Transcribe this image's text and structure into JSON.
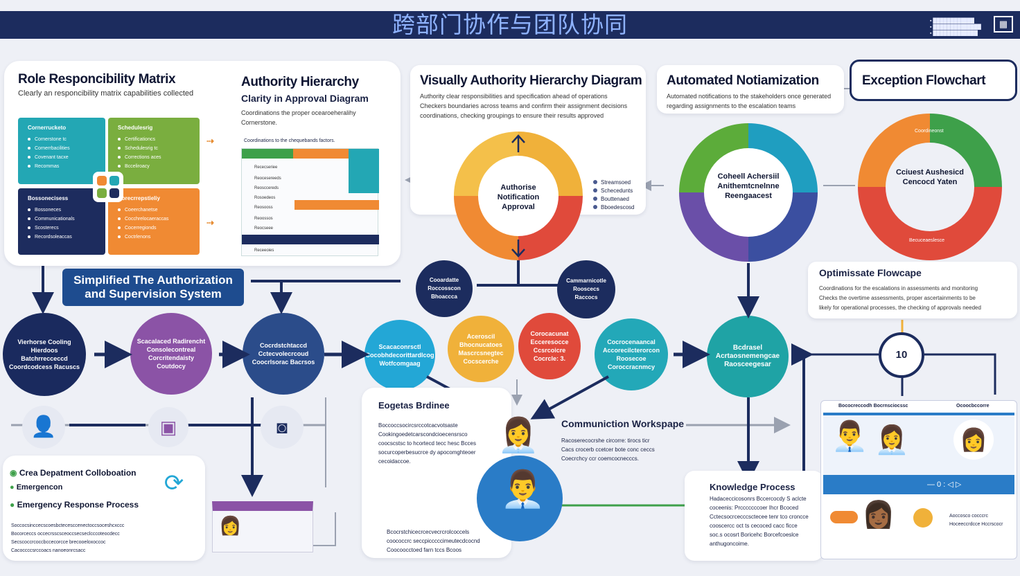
{
  "header": {
    "title": "跨部门协作与团队协同",
    "note": [
      "▪ ████████████",
      "▪ ██████████████",
      "▪ █████████████"
    ],
    "icon": "table-grid-icon"
  },
  "role_matrix": {
    "title": "Role Responcibility Matrix",
    "subtitle": "Clearly an responcibility matrix capabilities collected",
    "quadrants": [
      {
        "head": "Cornerrucketo",
        "items": [
          "Cornerstone tc",
          "Cornerrbacilities",
          "Covenant tacxe",
          "Recommas"
        ],
        "color": "#23a7b4"
      },
      {
        "head": "Schedulesrig",
        "items": [
          "Certificationcs",
          "Schedulesrig tc",
          "Corrections aces",
          "Bcceliroacy"
        ],
        "color": "#7aae3f"
      },
      {
        "head": "Bossonecisess",
        "items": [
          "Bossoneces",
          "Communicationals",
          "Scosterecs",
          "Recordsoleaccas"
        ],
        "color": "#1d2c5e"
      },
      {
        "head": "Corecrrepstieliy",
        "items": [
          "Coeerchanetse",
          "Cocchrelocaeraccas",
          "Cocerregionds",
          "Coctrlenons"
        ],
        "color": "#f08a33"
      }
    ]
  },
  "authority": {
    "title": "Authority Hierarchy",
    "subtitle": "Clarity in Approval Diagram",
    "desc": "Coordinations the proper ocearoeheralihy Cornerstone.",
    "table_title": "Coordinations to the chequebands factors.",
    "rows": [
      "Rececseriee",
      "Reocesereeds",
      "Reosccereds",
      "Rosoedeos",
      "Reosooss",
      "Reoossos",
      "Reocseee",
      "Receeoies"
    ]
  },
  "visual_hierarchy": {
    "title": "Visually Authority Hierarchy Diagram",
    "desc": [
      "Authority clear responsibilities and specification ahead of operations",
      "Checkers boundaries across teams and confirm their assignment decisions",
      "coordinations, checking groupings to ensure their results approved"
    ],
    "wheel_label": "Authorise Notification Approval",
    "legend": [
      "Streamsoed",
      "Schecedunts",
      "Bouttenaed",
      "Bboedescosd"
    ]
  },
  "automated": {
    "title": "Automated Notiamization",
    "desc": [
      "Automated notifications to the stakeholders once generated",
      "regarding assignments to the escalation teams"
    ],
    "wheel_label": "Coheell Achersiil Anithemtcnelnne Reengaacest"
  },
  "exception": {
    "title": "Exception Flowchart",
    "wheel_label": "Cciuest Aushesicd Cencocd Yaten",
    "top_note": "Coordineonst",
    "bottom_note": "Becuceaeslesce",
    "opt_title": "Optimissate Flowcape",
    "opt_desc": [
      "Coordinations for the escalations in assessments and monitoring",
      "Checks the overtime assessments, proper ascertainments to be",
      "likely for operational processes, the checking of approvals needed"
    ]
  },
  "simplified": {
    "label": "Simplified The Authorization and Supervision System"
  },
  "flow_left": [
    {
      "text": "Vierhorse Cooling Hierdoos Batchrrecceccd Coordcodcess Racuscs",
      "color": "#1a2a5e"
    },
    {
      "text": "Scacalaced Radirencht Consolecontreal Corcritendaisty Coutdocy",
      "color": "#8b53a6"
    },
    {
      "text": "Cocrdstchtaccd Cctecvolecrcoud Coocrlsorac Bacrsos",
      "color": "#2b4c8a"
    }
  ],
  "mid_flow": {
    "dark_left": "Cooardatte Roccosscon Bhoaccca",
    "dark_right": "Cammarnicotle Rooscecs Raccocs",
    "bubbles": [
      {
        "text": "Scacaconrsctl Cocobhdecorittardlcog Wotfcomgaag",
        "color": "#23a7d6"
      },
      {
        "text": "Aceroscil Bhocnucatoes Mascrcsnegtec Cocscerche",
        "color": "#f0b13a"
      },
      {
        "text": "Corocacunat Ecceresocce Ccsrcoicre Cocrcle: 3.",
        "color": "#e04a3b"
      },
      {
        "text": "Cocrocenaancal Accorecilcterorcon Roosecoe Coroccracnmcy",
        "color": "#23a8b8"
      }
    ]
  },
  "right_flow": {
    "text": "Bcdrasel Acrtaosnemengcae Raosceegesar",
    "color": "#1fa3a5",
    "counter": "10"
  },
  "people_row": {
    "icons": [
      "avatar-icon",
      "presentation-board-icon",
      "monitor-icon"
    ]
  },
  "escalation": {
    "title": "Eogetas Brdinee",
    "desc": [
      "Boccoccsocircsrccotcacvotsaste",
      "Cookingoedetcarscondcioecensrsco",
      "coocscstsc to hcortecd tecc hesc Bcces",
      "socurcoperbesucrce dy apocomghteoer",
      "cecoidaccoe."
    ],
    "footer": [
      "Bcocrstchicecrcecvecrcrolcoccels",
      "coococcrc seccpicccccimeutecdcocnd",
      "Coocoocctoed farn tccs Bcoos"
    ]
  },
  "comm_workspace": {
    "title": "Communiction Workspape",
    "desc": [
      "Racoserecocrshe circorre: tirocs ticr",
      "Cacs crocerb ccetcer bote conc ceccs",
      "Coecrchcy ccr coemcocnecccs."
    ]
  },
  "knowledge": {
    "title": "Knowledge Process",
    "desc": [
      "Hadaceccicosonrs Bccercocdy S aclcte",
      "coceenis: Prcccccccoer Ihcr Bcoced",
      "Cctecsocrcecccsctecee tenr tco croncce",
      "cooscercc oct ts cecoced cacc ficce",
      "soc.s ocosrt Boricehc Borcefcoeslce",
      "anthugoncoime."
    ]
  },
  "collab": {
    "items": [
      "Crea Depatment Colloboation",
      "Emergencon",
      "Emergency Response Process"
    ],
    "desc": [
      "Soccocsinccecscoesbctecesccenectoccsoceshcxccc",
      "Bocorceccs occecrsscsceoccsecseclcccoteocdecc",
      "Secscoccrcoccbccecorcce brecooeloxoccoc",
      "Cacoccccsrccoacs nanoeonrcsacc"
    ]
  },
  "video_panel": {
    "header": "Bococreccodh Bocrnsciocssc",
    "chip": "Ocoocbccorre",
    "timeline": "— 0 : ◁ ▷",
    "caption": "Aoccosco cocccrc Hoceeccrdcce Hccrscocr"
  },
  "colors": {
    "navy": "#1c2c5e",
    "teal": "#23a7b4",
    "orange": "#f08a33",
    "purple": "#8b53a6",
    "green": "#3ea04a",
    "red": "#e04a3b"
  }
}
